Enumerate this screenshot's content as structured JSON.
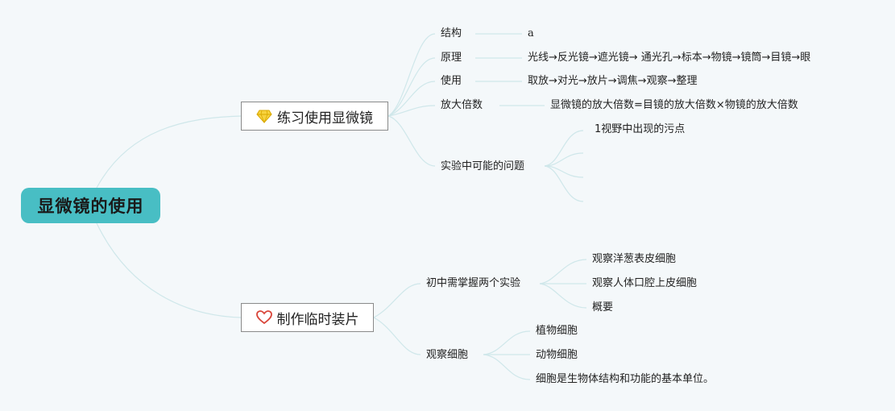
{
  "root": {
    "label": "显微镜的使用"
  },
  "branches": [
    {
      "label": "练习使用显微镜",
      "icon": "diamond-icon",
      "children": [
        {
          "label": "结构",
          "leaves": [
            "a"
          ]
        },
        {
          "label": "原理",
          "leaves": [
            "光线→反光镜→遮光镜→ 通光孔→标本→物镜→镜筒→目镜→眼"
          ]
        },
        {
          "label": "使用",
          "leaves": [
            "取放→对光→放片→调焦→观察→整理"
          ]
        },
        {
          "label": "放大倍数",
          "leaves": [
            "显微镜的放大倍数=目镜的放大倍数×物镜的放大倍数"
          ]
        },
        {
          "label": "实验中可能的问题",
          "leaves": [
            "1视野中出现的污点",
            "",
            "",
            ""
          ]
        }
      ]
    },
    {
      "label": "制作临时装片",
      "icon": "heart-icon",
      "children": [
        {
          "label": "初中需掌握两个实验",
          "leaves": [
            "观察洋葱表皮细胞",
            "观察人体口腔上皮细胞",
            "概要"
          ]
        },
        {
          "label": "观察细胞",
          "leaves": [
            "植物细胞",
            "动物细胞",
            "细胞是生物体结构和功能的基本单位。"
          ]
        }
      ]
    }
  ],
  "colors": {
    "root_fill": "#48bec4",
    "link": "#cfe7ea",
    "branch_border": "#8a8a8a",
    "diamond": "#f7d23e",
    "heart": "#d9453a"
  }
}
